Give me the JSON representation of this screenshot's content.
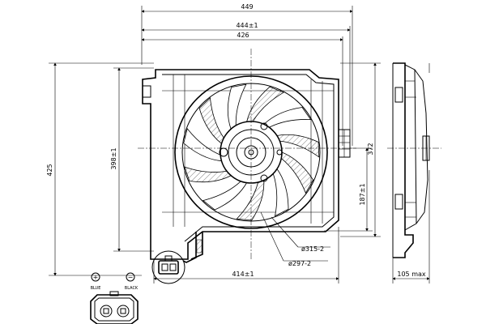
{
  "dimensions": {
    "width_overall": "449",
    "width_frame_tol": "444±1",
    "width_inner": "426",
    "height_overall": "425",
    "height_frame_tol": "398±1",
    "height_right": "372",
    "center_to_bottom": "187±1",
    "fan_diameter_outer": "ø315-2",
    "fan_diameter_inner": "ø297-2",
    "bottom_width_tol": "414±1",
    "depth_max": "105 max"
  },
  "connector": {
    "plus_symbol": "+",
    "minus_symbol": "−",
    "wire_positive": "BLUE",
    "wire_negative": "BLACK"
  }
}
